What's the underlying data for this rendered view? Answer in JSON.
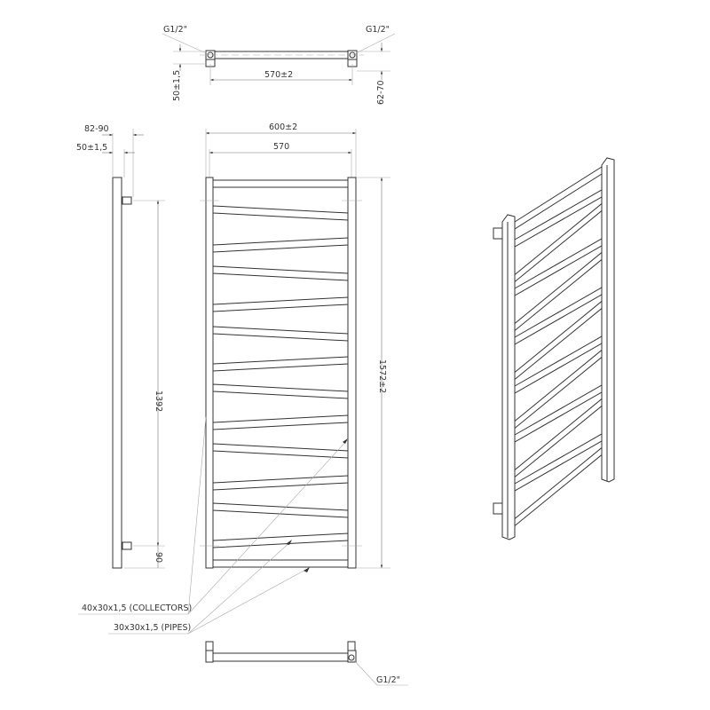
{
  "top_view": {
    "thread_left": "G1/2\"",
    "thread_right": "G1/2\"",
    "wall_offset": "50±1,5",
    "axis_distance": "570±2",
    "depth": "62-70"
  },
  "side_view": {
    "depth_total": "82-90",
    "wall_offset": "50±1,5",
    "connection_distance": "1392",
    "bottom_offset": "90"
  },
  "front_view": {
    "width_total": "600±2",
    "width_axis": "570",
    "height_total": "1572±2"
  },
  "labels": {
    "collectors": "40x30x1,5 (COLLECTORS)",
    "pipes": "30x30x1,5 (PIPES)"
  },
  "bottom_view": {
    "thread": "G1/2\""
  }
}
